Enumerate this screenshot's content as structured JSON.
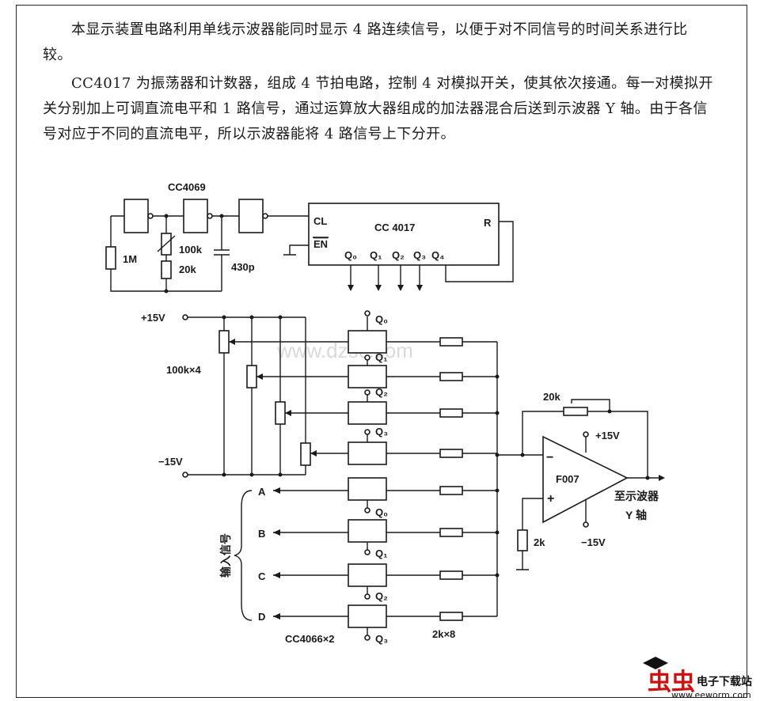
{
  "description": {
    "paragraph1": "本显示装置电路利用单线示波器能同时显示 4 路连续信号，以便于对不同信号的时间关系进行比较。",
    "paragraph2": "CC4017 为振荡器和计数器，组成 4 节拍电路，控制 4 对模拟开关，使其依次接通。每一对模拟开关分别加上可调直流电平和 1 路信号，通过运算放大器组成的加法器混合后送到示波器 Y 轴。由于各信号对应于不同的直流电平，所以示波器能将 4 路信号上下分开。"
  },
  "labels": {
    "cc4069": "CC4069",
    "r1m": "1M",
    "r100k": "100k",
    "r20k": "20k",
    "c430p": "430p",
    "cl": "CL",
    "en": "EN",
    "cc4017": "CC 4017",
    "r": "R",
    "q0": "Q₀",
    "q1": "Q₁",
    "q2": "Q₂",
    "q3": "Q₃",
    "q4": "Q₄",
    "vplus15": "+15V",
    "vminus15": "−15V",
    "pots": "100k×4",
    "sw_q0": "Q₀",
    "sw_q1": "Q₁",
    "sw_q2": "Q₂",
    "sw_q3": "Q₃",
    "in_q0": "Q₀",
    "in_q1": "Q₁",
    "in_q2": "Q₂",
    "in_q3": "Q₃",
    "in_a": "A",
    "in_b": "B",
    "in_c": "C",
    "in_d": "D",
    "input_signal": "输入信号",
    "cc4066": "CC4066×2",
    "res_2k8": "2k×8",
    "rf20k": "20k",
    "op_plus15": "+15V",
    "op_minus15": "−15V",
    "op_name": "F007",
    "op_minus": "−",
    "op_plus": "+",
    "r2k": "2k",
    "out1": "至示波器",
    "out2": "Y 轴"
  },
  "watermark": {
    "text": "www.dzsc.com",
    "logo_big": "虫虫",
    "logo_cn": "电子下载站",
    "logo_url": "www.eeworm.com"
  }
}
